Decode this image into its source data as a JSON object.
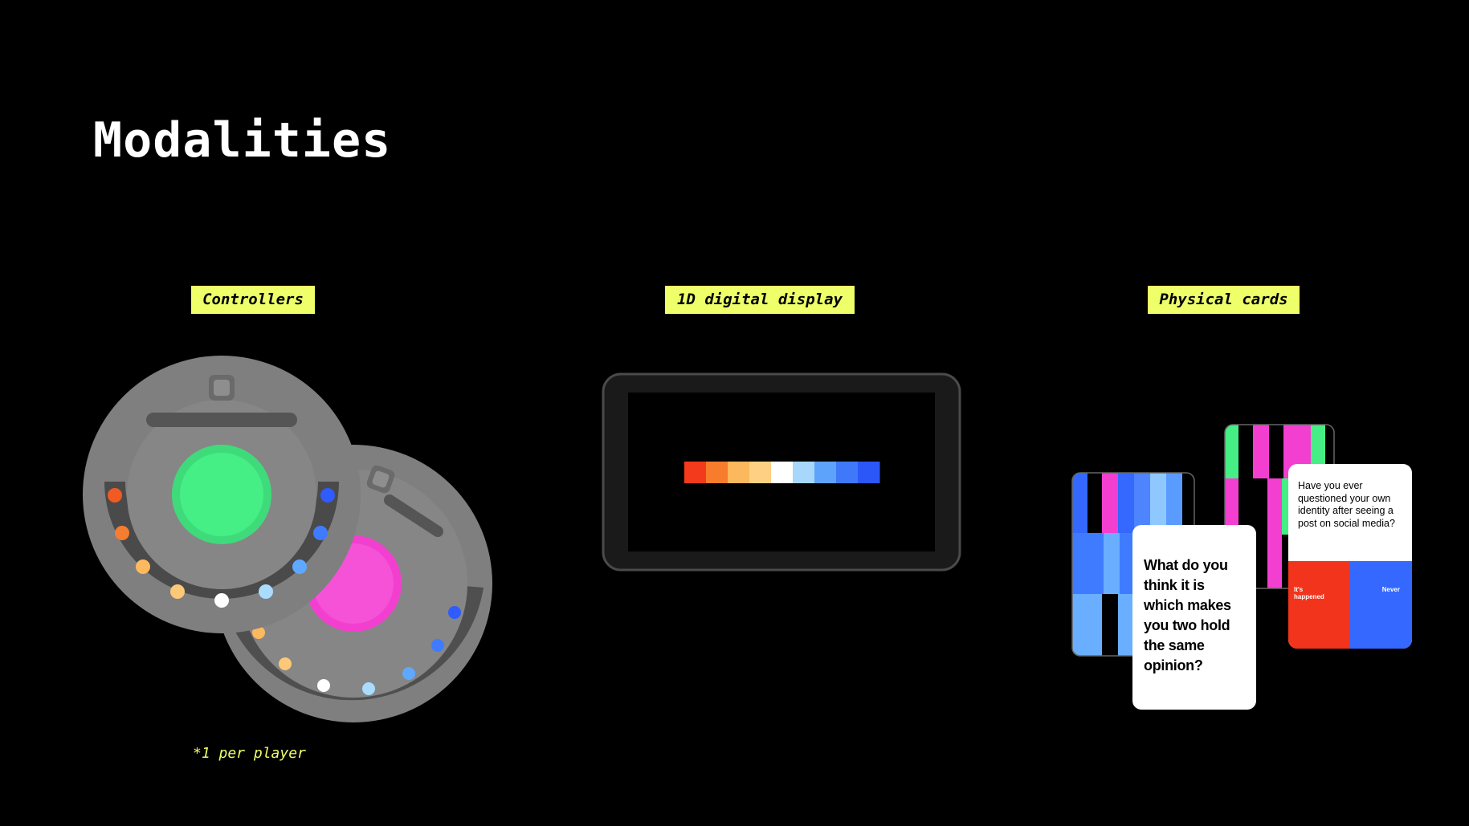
{
  "page": {
    "title": "Modalities"
  },
  "sections": {
    "controllers": {
      "label": "Controllers",
      "note": "*1 per player"
    },
    "display": {
      "label": "1D digital display"
    },
    "cards": {
      "label": "Physical cards"
    }
  },
  "controller_colors": {
    "body": "#7f7f7f",
    "ring": "#4a4a4a",
    "front_button": "#45ef86",
    "back_button": "#f23fd0",
    "leds": [
      "#f15a22",
      "#f47d31",
      "#fdb95f",
      "#fdc877",
      "#ffffff",
      "#a9dcff",
      "#5fa8ff",
      "#3f7bff",
      "#2f5bff"
    ]
  },
  "display_segments": [
    "#f33a1c",
    "#f77d2c",
    "#fbb85c",
    "#fdd083",
    "#ffffff",
    "#a7d8fb",
    "#5ea3fb",
    "#3f79fa",
    "#2b56f8"
  ],
  "cards": {
    "question_large": "What do you think it is which makes you two hold the same opinion?",
    "question_small": "Have you ever questioned your own identity after seeing a post on social media?",
    "answer_left": "It's happened",
    "answer_right": "Never",
    "colors": {
      "blue": "#3468ff",
      "light_blue": "#8fc8ff",
      "magenta": "#f23fd0",
      "green": "#45ef86",
      "red": "#f2341c"
    }
  }
}
